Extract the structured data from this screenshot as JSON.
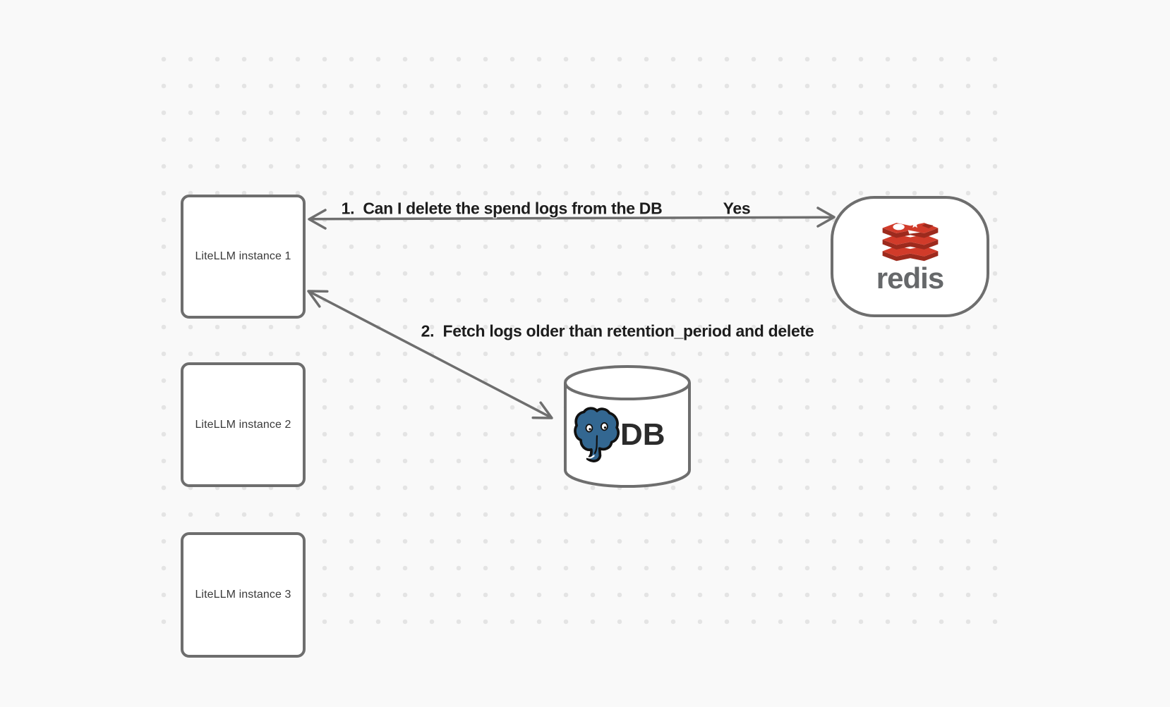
{
  "canvas": {
    "background_color": "#f9f9f9",
    "dot_grid_color": "#e4e4e4",
    "stroke_color": "#6e6e6e"
  },
  "nodes": {
    "instances": [
      {
        "label": "LiteLLM instance 1"
      },
      {
        "label": "LiteLLM instance 2"
      },
      {
        "label": "LiteLLM instance 3"
      }
    ],
    "redis": {
      "wordmark": "redis",
      "logo_red": "#d13b2a",
      "logo_red_dark": "#9d2a1d",
      "wordmark_color": "#66686a"
    },
    "db": {
      "label": "DB",
      "postgres_blue": "#336791"
    }
  },
  "arrows": [
    {
      "label": "1.  Can I delete the spend logs from the DB",
      "response": "Yes",
      "from": "redis",
      "to": "LiteLLM instance 1"
    },
    {
      "label": "2.  Fetch logs older than retention_period and delete",
      "from": "LiteLLM instance 1",
      "to": "DB"
    }
  ]
}
